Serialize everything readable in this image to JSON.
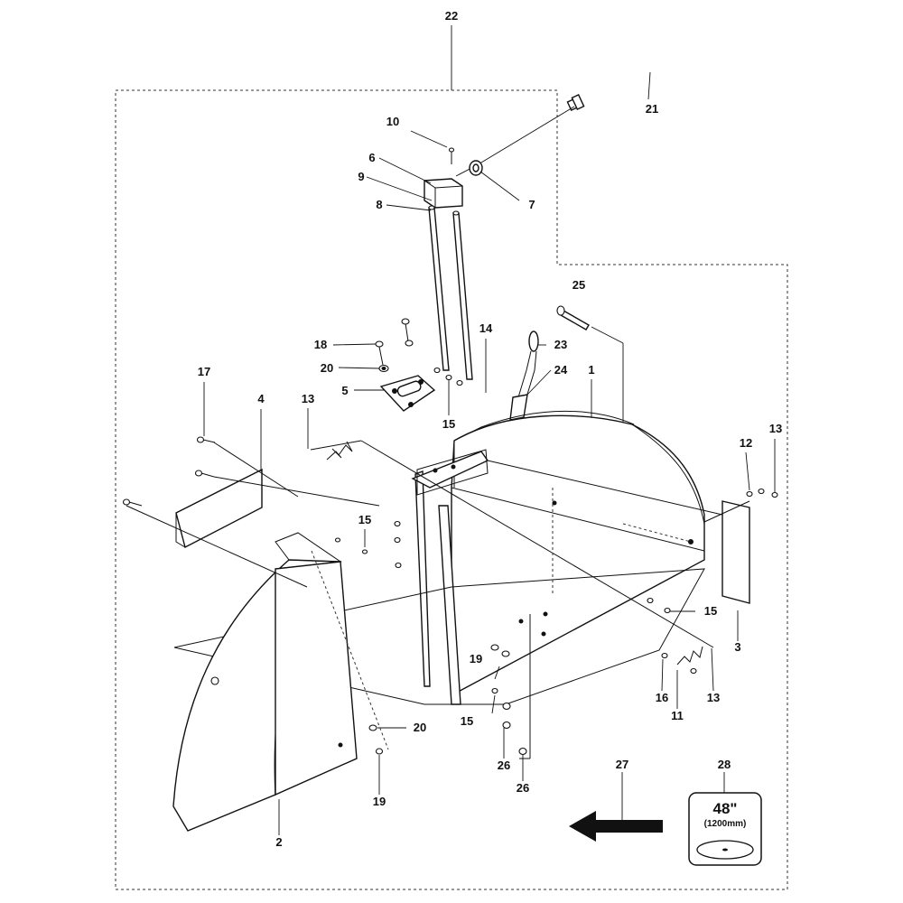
{
  "callouts": {
    "c1": "1",
    "c2": "2",
    "c3": "3",
    "c4": "4",
    "c5": "5",
    "c6": "6",
    "c7": "7",
    "c8": "8",
    "c9": "9",
    "c10": "10",
    "c11": "11",
    "c12": "12",
    "c13": "13",
    "c14": "14",
    "c15": "15",
    "c16": "16",
    "c17": "17",
    "c18": "18",
    "c19": "19",
    "c20": "20",
    "c21": "21",
    "c22": "22",
    "c23": "23",
    "c24": "24",
    "c25": "25",
    "c26": "26",
    "c27": "27",
    "c28": "28"
  },
  "blade_badge": {
    "size": "48\"",
    "metric": "(1200mm)"
  },
  "colors": {
    "ink": "#111111",
    "paper": "#ffffff"
  }
}
